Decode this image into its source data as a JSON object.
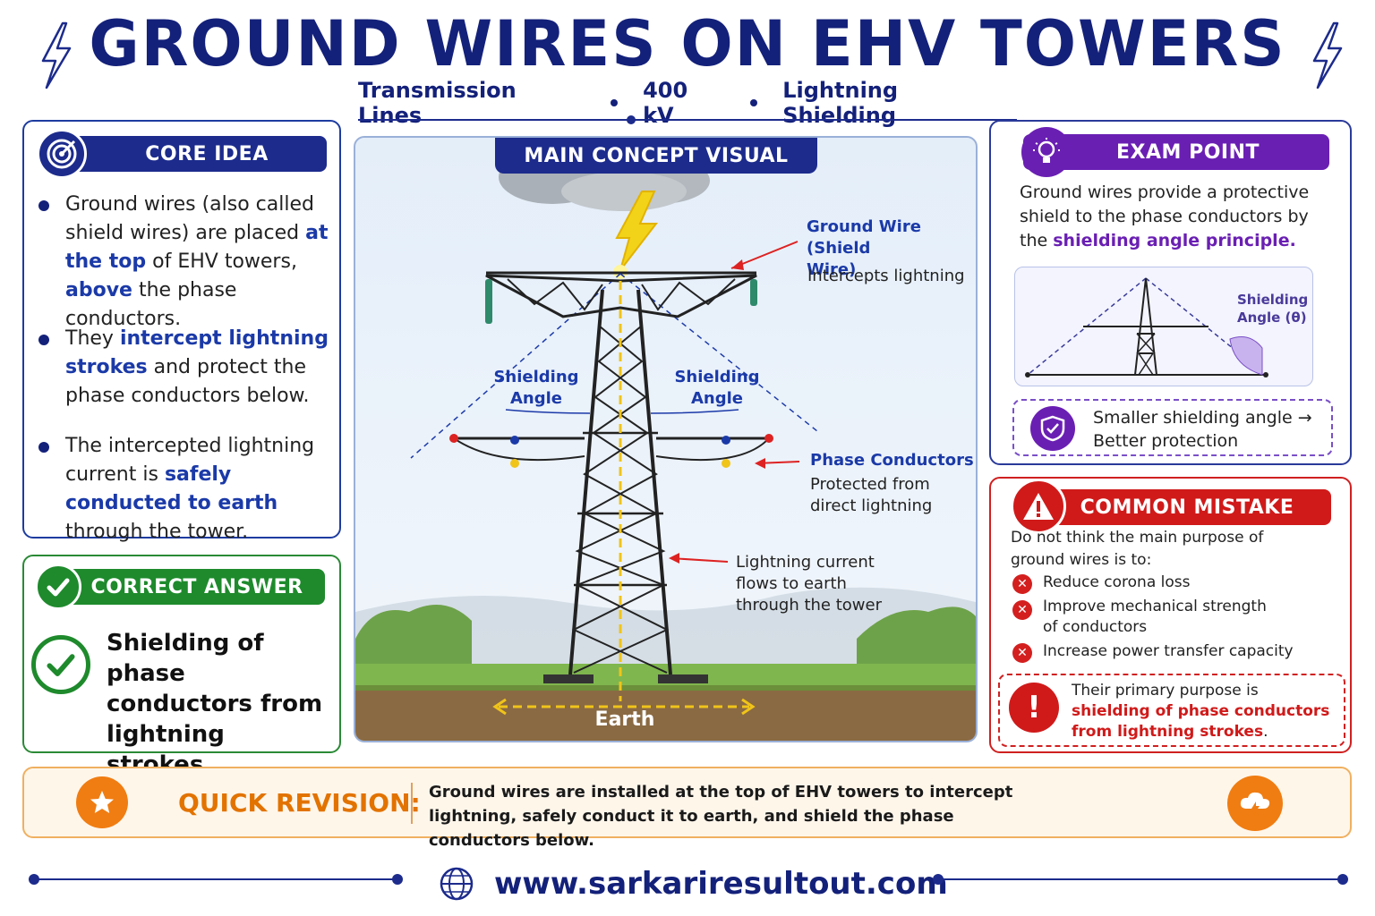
{
  "header": {
    "title": "GROUND WIRES ON EHV TOWERS",
    "subtitle_items": [
      "Transmission Lines",
      "400 kV",
      "Lightning Shielding"
    ]
  },
  "core_idea": {
    "title": "CORE IDEA",
    "bullets": [
      [
        "Ground wires (also called shield wires) are placed ",
        "at the top",
        " of EHV towers, ",
        "above",
        " the phase conductors."
      ],
      [
        "They ",
        "intercept lightning strokes",
        " and protect the phase conductors below."
      ],
      [
        "The intercepted lightning current is ",
        "safely conducted to earth",
        " through the tower."
      ]
    ]
  },
  "correct_answer": {
    "title": "CORRECT ANSWER",
    "text": "Shielding of phase conductors from lightning strokes."
  },
  "main_visual": {
    "title": "MAIN CONCEPT VISUAL",
    "ground_wire_title": "Ground Wire (Shield Wire)",
    "ground_wire_desc": "Intercepts lightning",
    "shielding_angle_left": "Shielding Angle",
    "shielding_angle_right": "Shielding Angle",
    "phase_title": "Phase Conductors",
    "phase_desc": "Protected from direct lightning",
    "current_desc": "Lightning current flows to earth through the tower",
    "earth_label": "Earth"
  },
  "exam_point": {
    "title": "EXAM POINT",
    "text_before": "Ground wires provide a protective shield to the phase conductors by the ",
    "text_highlight": "shielding angle principle.",
    "angle_label": "Shielding Angle (θ)",
    "tip_line1": "Smaller shielding angle →",
    "tip_line2": "Better protection"
  },
  "common_mistake": {
    "title": "COMMON MISTAKE",
    "intro": "Do not think the main purpose of ground wires is to:",
    "wrong_items": [
      "Reduce corona loss",
      "Improve mechanical strength of conductors",
      "Increase power transfer capacity"
    ],
    "note_before": "Their primary purpose is ",
    "note_highlight": "shielding of phase conductors from lightning strokes",
    "note_after": "."
  },
  "quick_revision": {
    "label": "QUICK REVISION:",
    "text": "Ground wires are installed at the top of EHV towers to intercept lightning, safely conduct it to earth, and shield the phase conductors below."
  },
  "footer": {
    "website": "www.sarkariresultout.com"
  },
  "colors": {
    "navy": "#14217a",
    "blue": "#1b3aa8",
    "green": "#1e8a2c",
    "purple": "#6a1fb3",
    "red": "#d01a1a",
    "orange": "#f07d12"
  }
}
